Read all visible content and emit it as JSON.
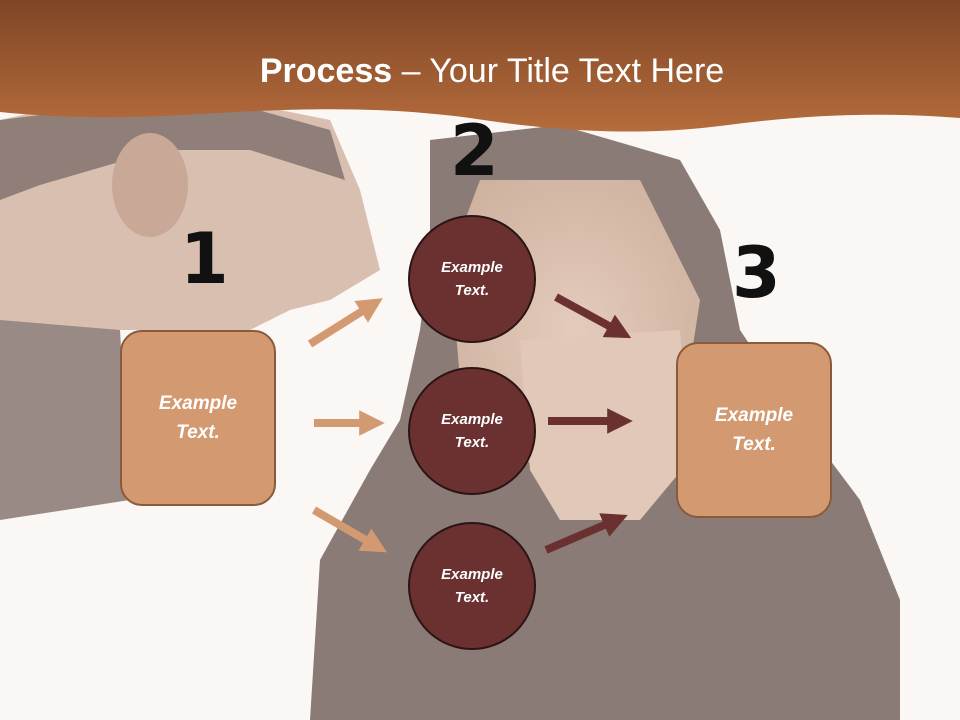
{
  "slide": {
    "title_bold": "Process",
    "title_rest": " – Your Title Text Here"
  },
  "steps": {
    "one": {
      "number": "1",
      "label": "Example Text."
    },
    "two": {
      "number": "2",
      "circles": [
        {
          "label": "Example Text."
        },
        {
          "label": "Example Text."
        },
        {
          "label": "Example Text."
        }
      ]
    },
    "three": {
      "number": "3",
      "label": "Example Text."
    }
  },
  "colors": {
    "header": "#a9643a",
    "box_fill": "#d39a72",
    "circle_fill": "#6b3131",
    "arrow_light": "#d39a72",
    "arrow_dark": "#6b3131"
  }
}
